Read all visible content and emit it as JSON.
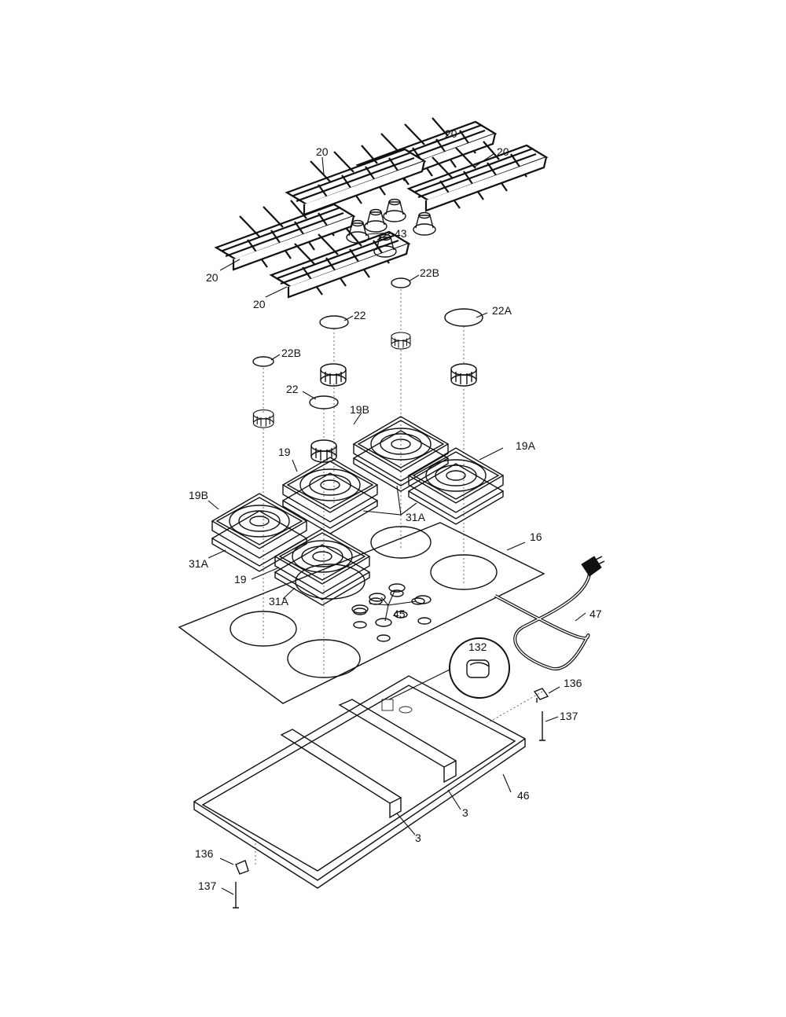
{
  "callouts": {
    "grate_20_a": "20",
    "grate_20_b": "20",
    "grate_20_c": "20",
    "grate_20_d": "20",
    "grate_20_e": "20",
    "knob_43": "43",
    "cap_22b_top": "22B",
    "cap_22_top": "22",
    "cap_22a": "22A",
    "cap_22b_left": "22B",
    "cap_22_mid": "22",
    "burner_19b_back": "19B",
    "burner_19a": "19A",
    "burner_19_mid": "19",
    "burner_19b_left": "19B",
    "gasket_31a_center": "31A",
    "gasket_31a_left": "31A",
    "burner_19_front": "19",
    "gasket_31a_front": "31A",
    "cooktop_16": "16",
    "cord_47": "47",
    "bezel_45": "45",
    "clip_132": "132",
    "bracket_136_right": "136",
    "screw_137_right": "137",
    "pan_46": "46",
    "rail_3_right": "3",
    "rail_3_left": "3",
    "bracket_136_left": "136",
    "screw_137_left": "137"
  },
  "colors": {
    "line": "#111111",
    "background": "#ffffff"
  }
}
